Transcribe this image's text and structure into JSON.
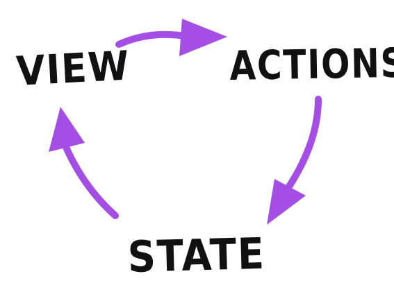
{
  "diagram": {
    "nodes": [
      {
        "id": "view",
        "label": "VIEW"
      },
      {
        "id": "actions",
        "label": "ACTIONS"
      },
      {
        "id": "state",
        "label": "STATE"
      }
    ],
    "edges": [
      {
        "from": "view",
        "to": "actions"
      },
      {
        "from": "actions",
        "to": "state"
      },
      {
        "from": "state",
        "to": "view"
      }
    ],
    "colors": {
      "arrow": "#a44ee6",
      "text": "#111111",
      "background": "#ffffff"
    }
  }
}
